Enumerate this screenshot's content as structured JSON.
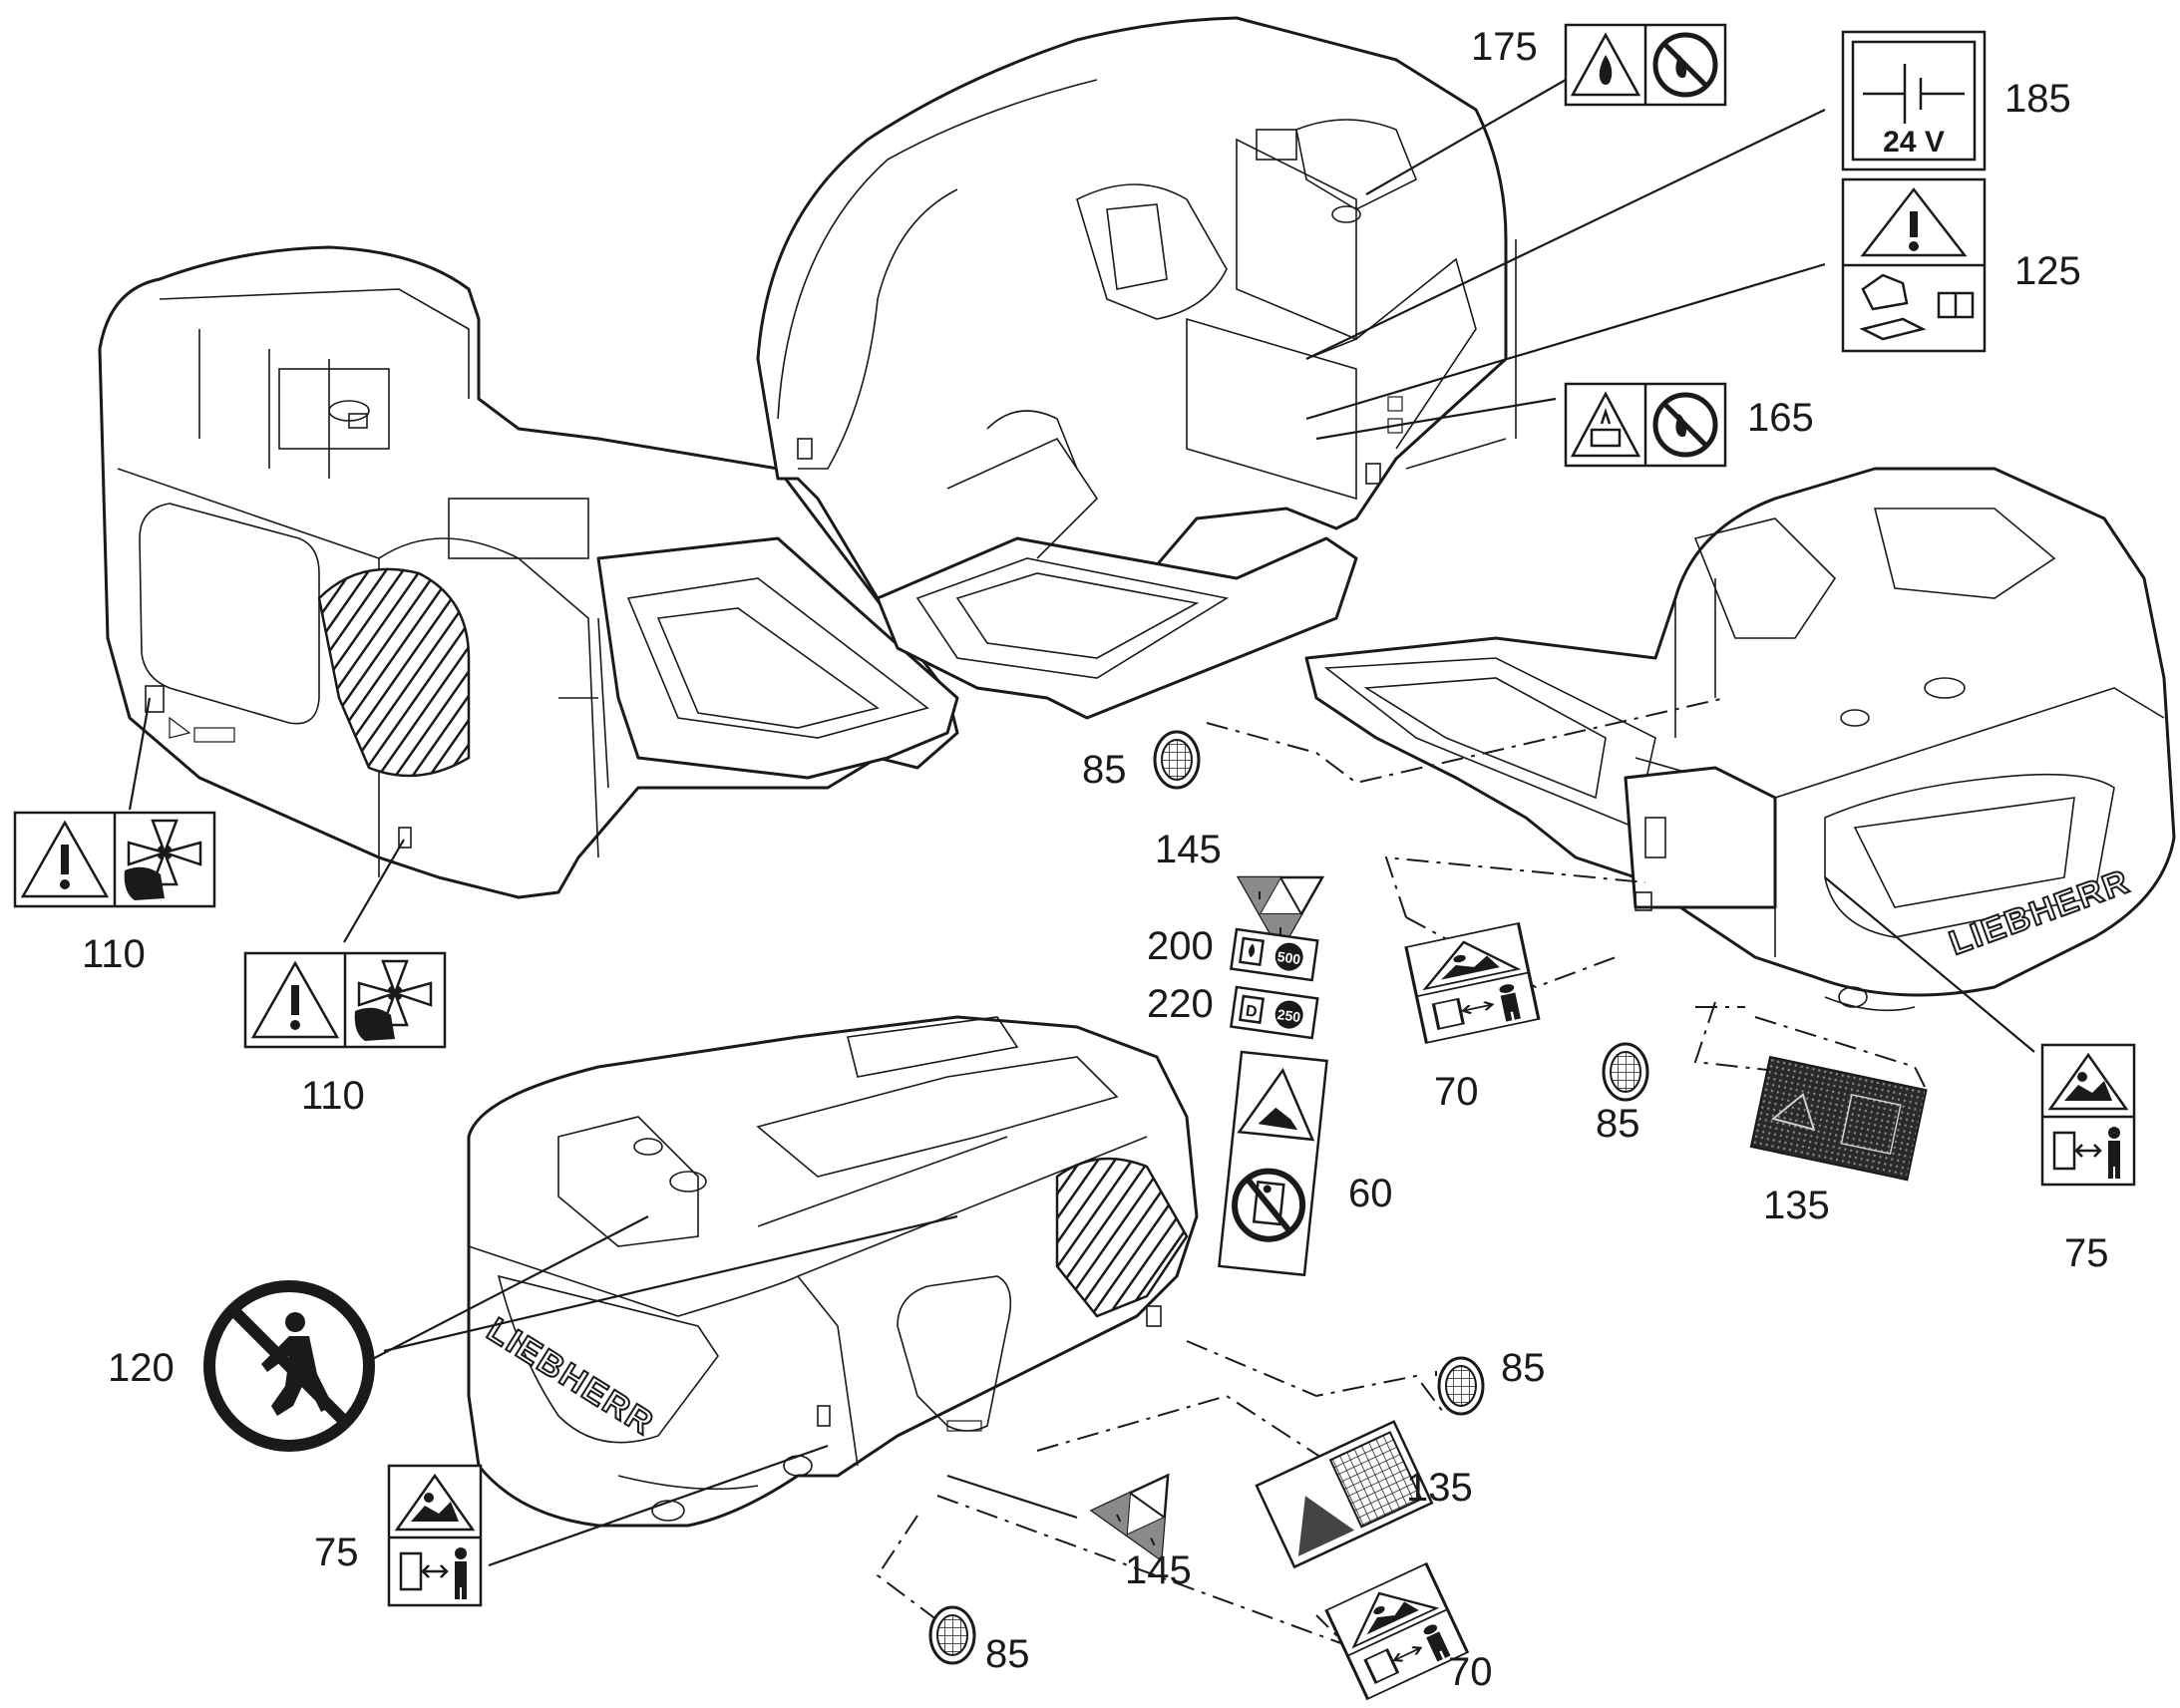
{
  "brand_text": "LIEBHERR",
  "voltage_symbol_text": "24 V",
  "callouts": [
    {
      "id": "c175",
      "label": "175",
      "icon": "fire-hazard-and-no-open-flame-decal"
    },
    {
      "id": "c185",
      "label": "185",
      "icon": "24v-battery-voltage-decal"
    },
    {
      "id": "c125",
      "label": "125",
      "icon": "warning-read-manual-decal"
    },
    {
      "id": "c165",
      "label": "165",
      "icon": "battery-explosion-and-no-flame-decal"
    },
    {
      "id": "c110a",
      "label": "110",
      "icon": "fan-hand-hazard-decal"
    },
    {
      "id": "c110b",
      "label": "110",
      "icon": "fan-hand-hazard-decal"
    },
    {
      "id": "c85a",
      "label": "85",
      "icon": "reflector-grid-plug"
    },
    {
      "id": "c145a",
      "label": "145",
      "icon": "triangle-marker-decal"
    },
    {
      "id": "c200",
      "label": "200",
      "icon": "hydraulic-oil-fill-decal"
    },
    {
      "id": "c220",
      "label": "220",
      "icon": "diesel-fill-decal"
    },
    {
      "id": "c60",
      "label": "60",
      "icon": "crush-hazard-no-climbing-decal"
    },
    {
      "id": "c70a",
      "label": "70",
      "icon": "crush-hazard-keep-distance-decal"
    },
    {
      "id": "c85b",
      "label": "85",
      "icon": "reflector-grid-plug"
    },
    {
      "id": "c135a",
      "label": "135",
      "icon": "combined-warning-strip-decal"
    },
    {
      "id": "c75a",
      "label": "75",
      "icon": "crush-hazard-keep-distance-decal"
    },
    {
      "id": "c120",
      "label": "120",
      "icon": "no-pedestrian-decal"
    },
    {
      "id": "c75b",
      "label": "75",
      "icon": "crush-hazard-keep-distance-decal"
    },
    {
      "id": "c85c",
      "label": "85",
      "icon": "reflector-grid-plug"
    },
    {
      "id": "c135b",
      "label": "135",
      "icon": "combined-warning-strip-decal"
    },
    {
      "id": "c145b",
      "label": "145",
      "icon": "triangle-marker-decal"
    },
    {
      "id": "c85d",
      "label": "85",
      "icon": "reflector-grid-plug"
    },
    {
      "id": "c70b",
      "label": "70",
      "icon": "crush-hazard-keep-distance-decal"
    }
  ],
  "decal_labels": {
    "oil_200": "500",
    "diesel_220": "250"
  }
}
